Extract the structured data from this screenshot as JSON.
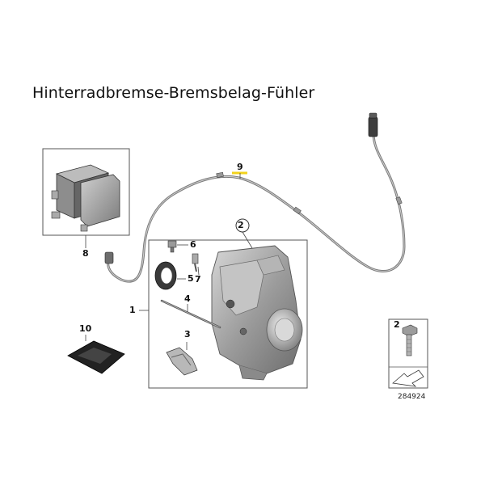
{
  "title": "Hinterradbremse-Bremsbelag-Fühler",
  "catalog_number": "284924",
  "callouts": {
    "c1": "1",
    "c2": "2",
    "c3": "3",
    "c4": "4",
    "c5": "5",
    "c6": "6",
    "c7": "7",
    "c8": "8",
    "c9": "9",
    "c10": "10",
    "c2_bolt": "2"
  },
  "colors": {
    "highlight": "#f2d21b",
    "cable": "#7a7a7a",
    "caliper": "#a8a8a8",
    "frame": "#444444"
  }
}
